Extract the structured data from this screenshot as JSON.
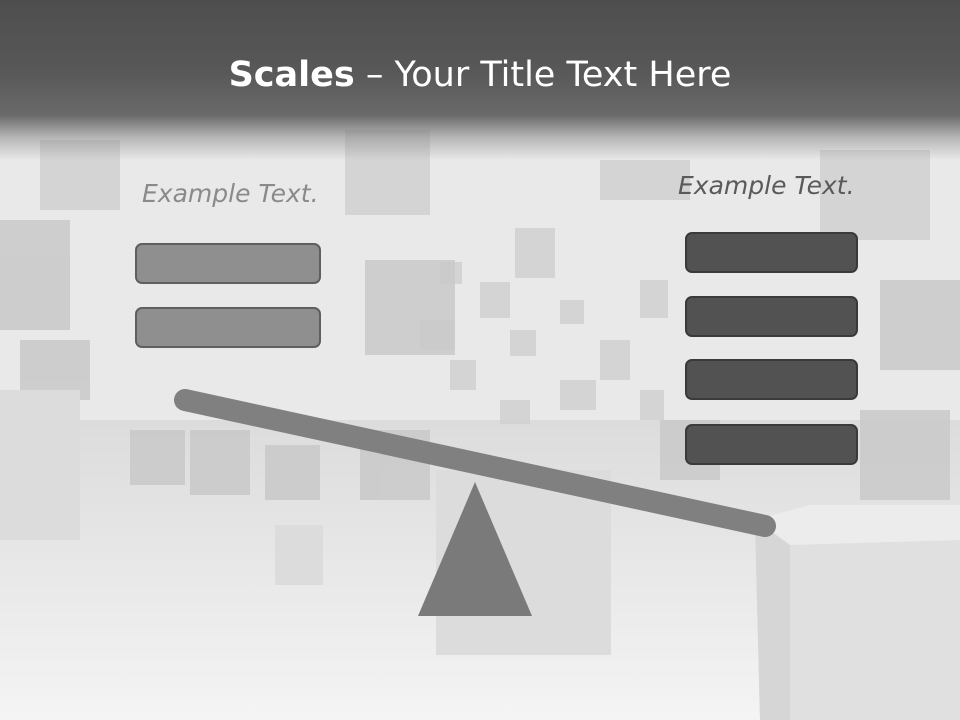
{
  "title": {
    "bold": "Scales",
    "rest": " – Your Title Text Here"
  },
  "left": {
    "example_text": "Example Text."
  },
  "right": {
    "example_text": "Example Text."
  },
  "colors": {
    "header": "#555555",
    "light_box": "#8f8f8f",
    "dark_box": "#525252",
    "beam": "#7f7f7f",
    "fulcrum": "#7a7a7a",
    "background": "#efefef"
  }
}
